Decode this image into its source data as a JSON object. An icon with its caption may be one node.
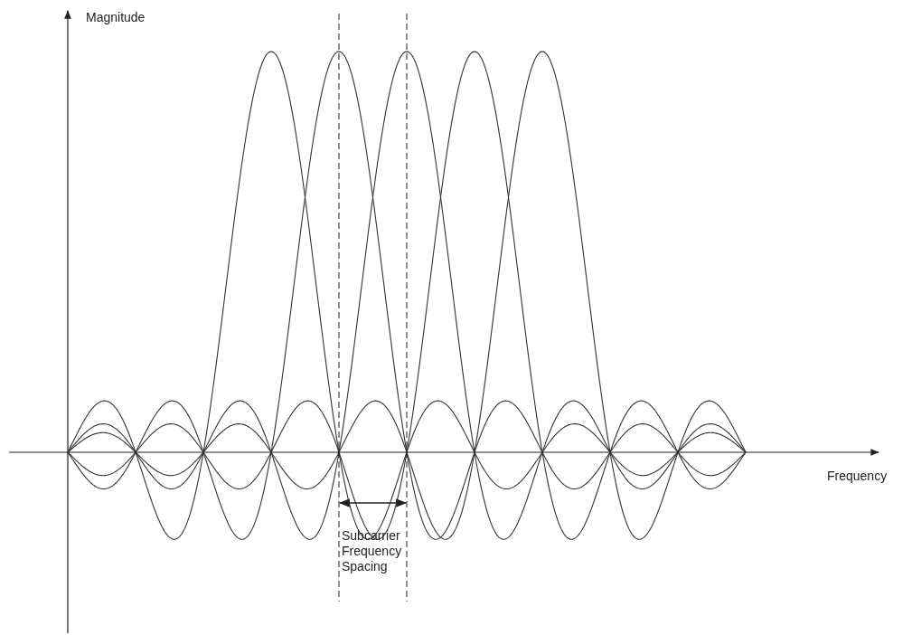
{
  "diagram": {
    "labels": [
      "Magnitude",
      "Frequency",
      "Subcarrier Frequency Spacing"
    ]
  }
}
